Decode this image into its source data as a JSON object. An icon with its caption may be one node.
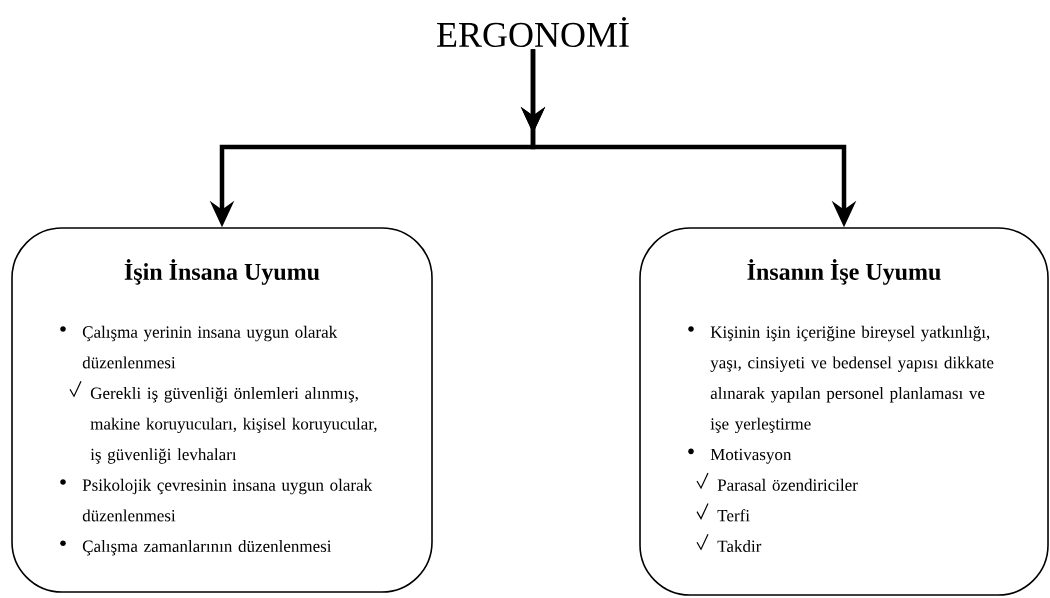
{
  "diagram": {
    "nodes": [
      {
        "text": [
          "ERGONOMİ"
        ]
      },
      {
        "text": [
          "İşin İnsana Uyumu",
          "Çalışma yerinin insana uygun olarak düzenlenmesi",
          "Gerekli iş güvenliği önlemleri alınmış, makine koruyucuları, kişisel koruyucular, iş güvenliği levhaları",
          "Psikolojik çevresinin insana uygun olarak düzenlenmesi",
          "Çalışma zamanlarının düzenlenmesi"
        ]
      },
      {
        "text": [
          "İnsanın İşe Uyumu",
          "Kişinin işin içeriğine bireysel yatkınlığı, yaşı, cinsiyeti ve bedensel yapısı dikkate alınarak yapılan personel planlaması ve işe yerleştirme",
          "Motivasyon",
          "Parasal özendiriciler",
          "Terfi",
          "Takdir"
        ]
      }
    ],
    "edges": [
      {
        "from": 0,
        "to": 1,
        "arrow": "to"
      },
      {
        "from": 0,
        "to": 2,
        "arrow": "to"
      }
    ]
  }
}
